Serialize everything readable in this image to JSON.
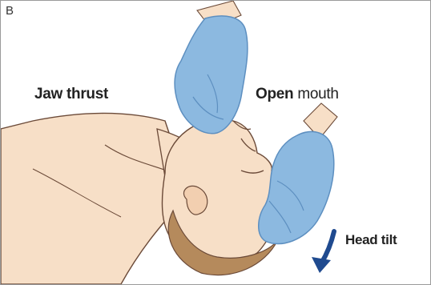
{
  "figure": {
    "panel_letter": "B",
    "labels": {
      "jaw_thrust": "Jaw thrust",
      "open_mouth_bold": "Open",
      "open_mouth_rest": " mouth",
      "head_tilt": "Head tilt"
    }
  },
  "colors": {
    "glove": "#8cb9e0",
    "glove_shadow": "#5d8fc0",
    "skin": "#f7dfc7",
    "skin_shadow": "#e8c3a2",
    "hair": "#b58a5c",
    "line": "#6b4a38",
    "arrow": "#1f4a8f"
  }
}
